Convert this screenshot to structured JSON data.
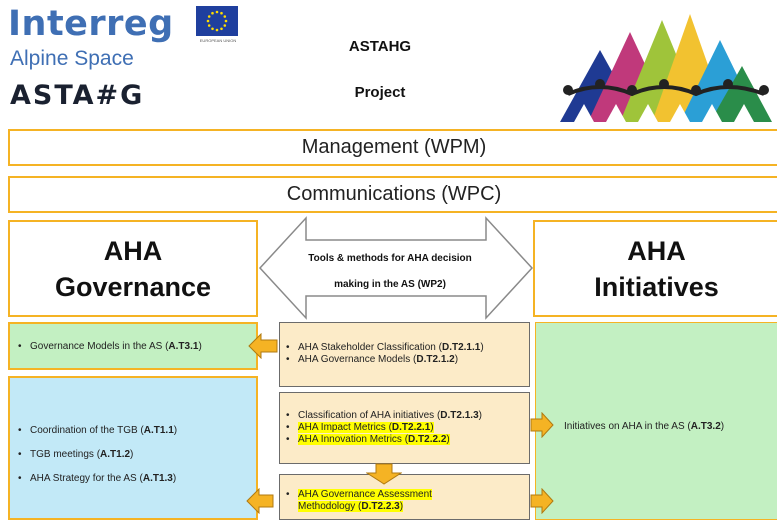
{
  "header": {
    "logo_interreg": "Interreg",
    "logo_alpine_space": "Alpine Space",
    "logo_astahg": "ASTA#G",
    "eu_caption": "EUROPEAN UNION",
    "title": "ASTAHG",
    "subtitle": "Project"
  },
  "work_packages": {
    "management": "Management (WPM)",
    "communications": "Communications (WPC)",
    "wp2_line1": "Tools & methods for AHA decision",
    "wp2_line2": "making in the AS (WP2)"
  },
  "governance": {
    "heading_line1": "AHA",
    "heading_line2": "Governance",
    "green_item": {
      "text": "Governance Models in the AS (",
      "code": "A.T3.1",
      "end": ")"
    },
    "blue_items": [
      {
        "text": "Coordination of the TGB (",
        "code": "A.T1.1",
        "end": ")"
      },
      {
        "text": "TGB meetings (",
        "code": "A.T1.2",
        "end": ")"
      },
      {
        "text": "AHA Strategy for the AS (",
        "code": "A.T1.3",
        "end": ")"
      }
    ]
  },
  "initiatives": {
    "heading_line1": "AHA",
    "heading_line2": "Initiatives",
    "item": {
      "text": "Initiatives on AHA in the AS (",
      "code": "A.T3.2",
      "end": ")"
    }
  },
  "center": {
    "box1": [
      {
        "text": "AHA Stakeholder Classification (",
        "code": "D.T2.1.1",
        "end": ")"
      },
      {
        "text": "AHA Governance Models (",
        "code": "D.T2.1.2",
        "end": ")"
      }
    ],
    "box2": [
      {
        "text": "Classification of AHA initiatives (",
        "code": "D.T2.1.3",
        "end": ")"
      },
      {
        "text": "AHA Impact Metrics (",
        "code": "D.T2.2.1",
        "end": ")"
      },
      {
        "text": "AHA Innovation Metrics (",
        "code": "D.T2.2.2",
        "end": ")"
      }
    ],
    "box3": {
      "text": "AHA Governance Assessment Methodology (",
      "code": "D.T2.2.3",
      "end": ")"
    }
  },
  "colors": {
    "border": "#f5b324",
    "arrow": "#f5b324",
    "green": "#c3f0c2",
    "blue": "#c2e9f7",
    "beige": "#fcebc8",
    "highlight": "#ffff00",
    "logo_blue": "#3f6fb4"
  }
}
